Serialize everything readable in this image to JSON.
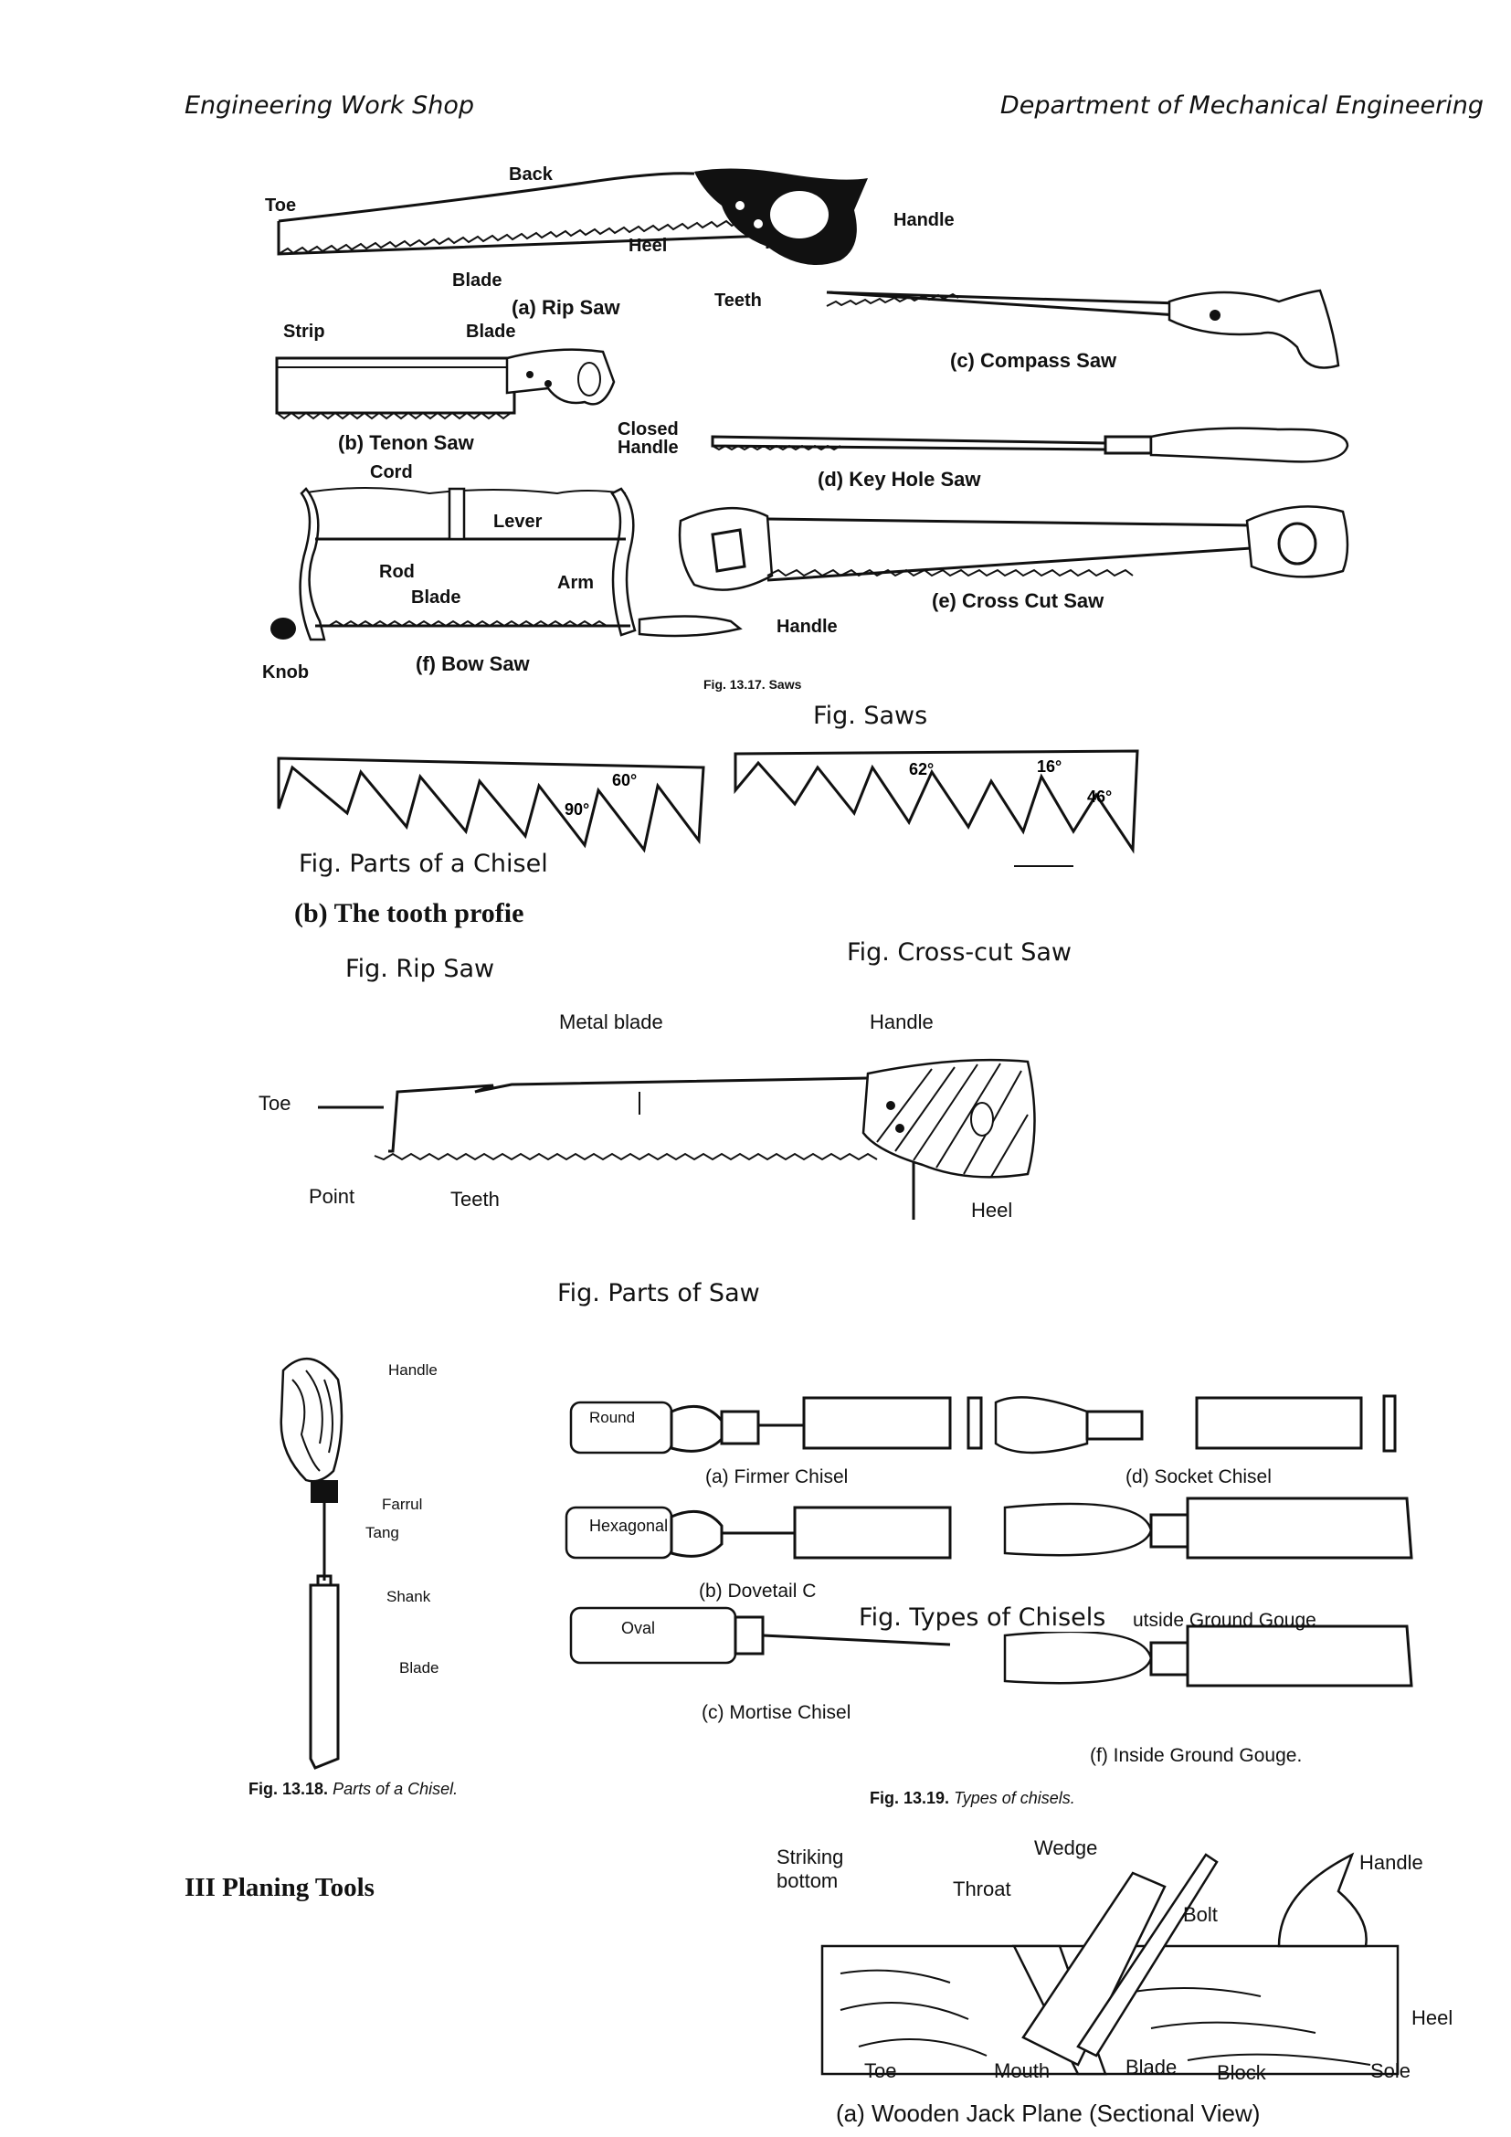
{
  "header": {
    "left": "Engineering Work Shop",
    "right": "Department of Mechanical Engineering"
  },
  "saws_figure": {
    "rip_saw": {
      "labels": {
        "back": "Back",
        "toe": "Toe",
        "handle": "Handle",
        "heel": "Heel",
        "blade": "Blade",
        "teeth": "Teeth"
      },
      "caption": "(a) Rip Saw"
    },
    "tenon_saw": {
      "labels": {
        "strip": "Strip",
        "blade": "Blade",
        "closed_handle": "Closed Handle"
      },
      "caption": "(b) Tenon Saw"
    },
    "compass_saw": {
      "caption": "(c) Compass Saw"
    },
    "key_hole_saw": {
      "caption": "(d) Key Hole Saw"
    },
    "cross_cut_saw": {
      "caption": "(e) Cross Cut Saw"
    },
    "bow_saw": {
      "labels": {
        "cord": "Cord",
        "lever": "Lever",
        "rod": "Rod",
        "arm": "Arm",
        "blade": "Blade",
        "handle": "Handle",
        "knob": "Knob"
      },
      "caption": "(f) Bow Saw"
    },
    "cut_off_caption": "Fig. 13.17. Saws",
    "caption": "Fig. Saws"
  },
  "tooth_profile": {
    "rip_angles": {
      "a": "60°",
      "b": "90°"
    },
    "cross_angles": {
      "a": "62°",
      "b": "16°",
      "c": "46°"
    },
    "chisel_caption": "Fig. Parts of a Chisel",
    "tooth_profile_label": "(b) The tooth profie",
    "rip_caption": "Fig. Rip Saw",
    "cross_caption": "Fig. Cross-cut Saw"
  },
  "parts_of_saw": {
    "labels": {
      "metal_blade": "Metal blade",
      "handle": "Handle",
      "toe": "Toe",
      "point": "Point",
      "teeth": "Teeth",
      "heel": "Heel"
    },
    "caption": "Fig. Parts of Saw"
  },
  "chisel_parts": {
    "labels": {
      "handle": "Handle",
      "farrul": "Farrul",
      "tang": "Tang",
      "shank": "Shank",
      "blade": "Blade"
    },
    "caption_num": "Fig. 13.18.",
    "caption_text": "Parts of a Chisel."
  },
  "chisel_types": {
    "firmer": {
      "tag": "Round",
      "caption": "(a) Firmer Chisel"
    },
    "dovetail": {
      "tag": "Hexagonal",
      "caption": "(b) Dovetail C"
    },
    "mortise": {
      "tag": "Oval",
      "caption": "(c) Mortise Chisel"
    },
    "socket": {
      "caption": "(d) Socket Chisel"
    },
    "outside_gouge": {
      "caption": "utside Ground Gouge"
    },
    "inside_gouge": {
      "caption": "(f) Inside Ground Gouge."
    },
    "overlay_caption": "Fig. Types of Chisels",
    "caption_num": "Fig. 13.19.",
    "caption_text": "Types of chisels."
  },
  "planing": {
    "heading": "III Planing Tools",
    "labels": {
      "striking_bottom": "Striking bottom",
      "wedge": "Wedge",
      "throat": "Throat",
      "handle": "Handle",
      "bolt": "Bolt",
      "heel": "Heel",
      "toe": "Toe",
      "mouth": "Mouth",
      "blade": "Blade",
      "block": "Block",
      "sole": "Sole"
    },
    "caption": "(a) Wooden Jack Plane (Sectional View)"
  }
}
